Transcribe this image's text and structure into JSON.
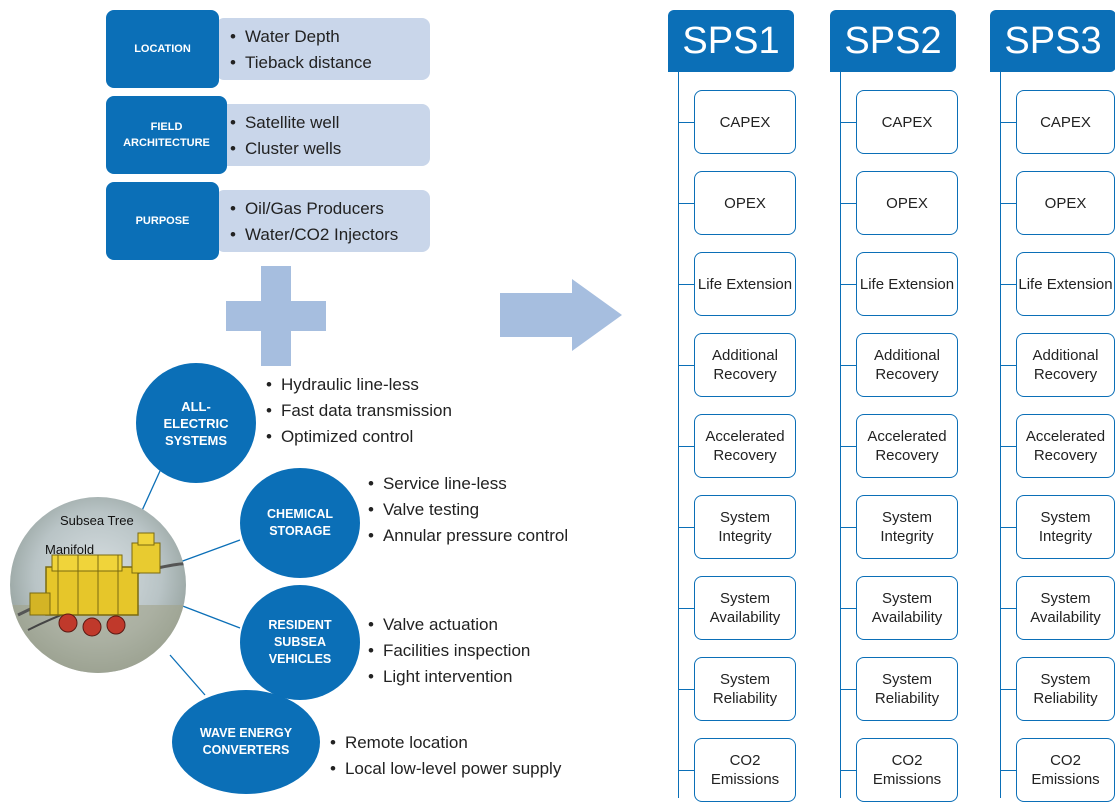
{
  "inputs": [
    {
      "label": "LOCATION",
      "bullets": [
        "Water Depth",
        "Tieback distance"
      ]
    },
    {
      "label": "FIELD ARCHITECTURE",
      "bullets": [
        "Satellite well",
        "Cluster wells"
      ]
    },
    {
      "label": "PURPOSE",
      "bullets": [
        "Oil/Gas Producers",
        "Water/CO2 Injectors"
      ]
    }
  ],
  "technologies": [
    {
      "label": "ALL-ELECTRIC SYSTEMS",
      "bullets": [
        "Hydraulic line-less",
        "Fast data transmission",
        "Optimized control"
      ]
    },
    {
      "label": "CHEMICAL STORAGE",
      "bullets": [
        "Service line-less",
        "Valve testing",
        "Annular pressure control"
      ]
    },
    {
      "label": "RESIDENT SUBSEA VEHICLES",
      "bullets": [
        "Valve actuation",
        "Facilities inspection",
        "Light intervention"
      ]
    },
    {
      "label": "WAVE ENERGY CONVERTERS",
      "bullets": [
        "Remote location",
        "Local low-level power supply"
      ]
    }
  ],
  "photo_labels": {
    "tree": "Subsea Tree",
    "manifold": "Manifold"
  },
  "systems": [
    "SPS1",
    "SPS2",
    "SPS3"
  ],
  "criteria": [
    "CAPEX",
    "OPEX",
    "Life Extension",
    "Additional Recovery",
    "Accelerated Recovery",
    "System Integrity",
    "System Availability",
    "System Reliability",
    "CO2 Emissions"
  ],
  "colors": {
    "primary": "#0b6fb7",
    "light": "#c9d6ea",
    "arrow": "#a6bedf"
  }
}
